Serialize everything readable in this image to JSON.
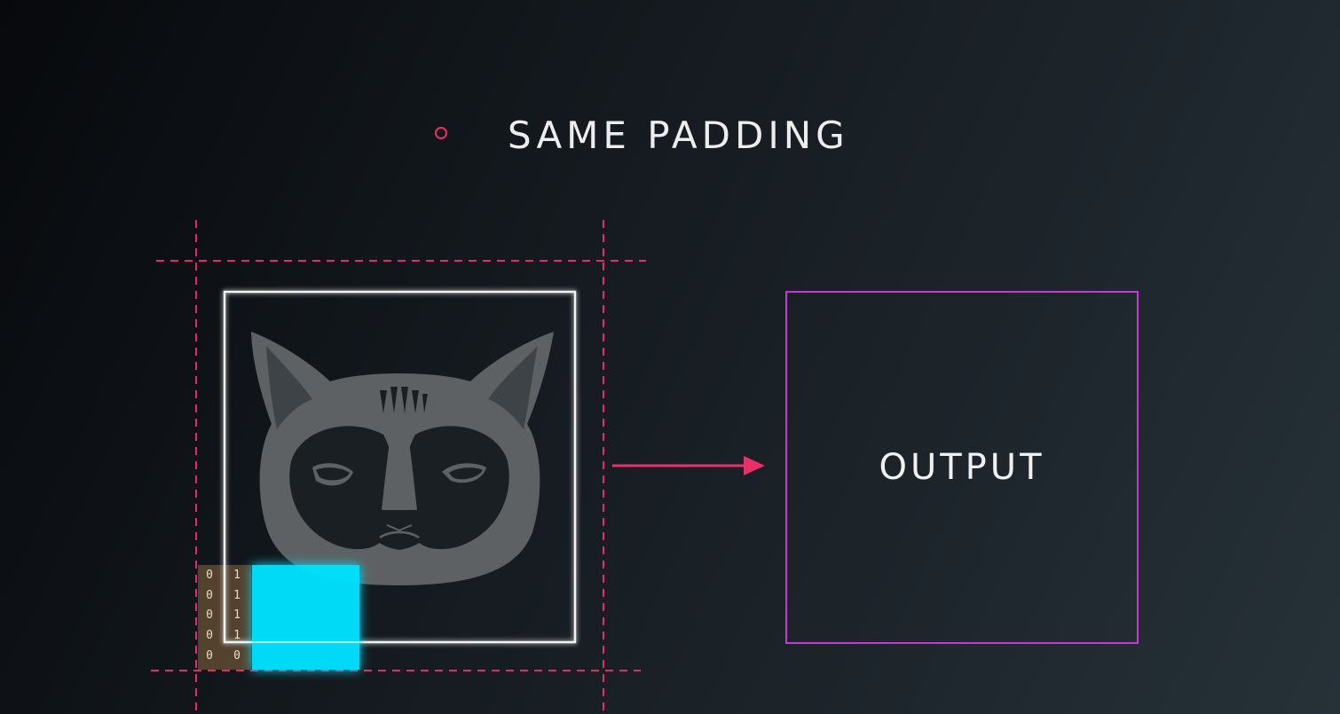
{
  "slide": {
    "title": "SAME PADDING",
    "output_label": "OUTPUT"
  },
  "padding_grid": {
    "col0": [
      "0",
      "0",
      "0",
      "0",
      "0"
    ],
    "col1": [
      "1",
      "1",
      "1",
      "1",
      "0"
    ]
  },
  "icons": {
    "bullet": "circle-outline-icon",
    "cat": "grumpy-cat-face-icon",
    "arrow": "right-arrow-icon"
  },
  "colors": {
    "accent_pink": "#e8306a",
    "output_border": "#c53ad6",
    "filter_cyan": "#00e1ff",
    "image_border": "#ffffff",
    "padding_cells": "#8a6a4a"
  }
}
